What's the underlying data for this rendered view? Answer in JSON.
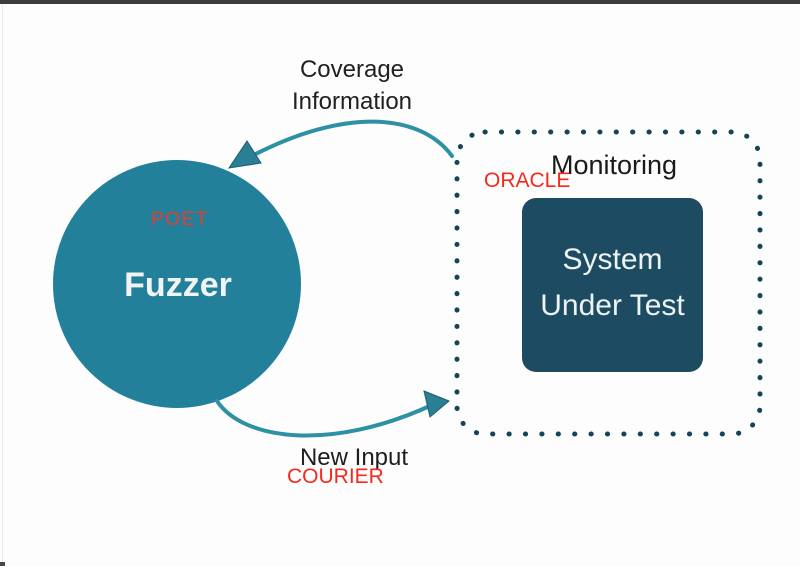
{
  "frame": {
    "top_bar_color": "#3d3d3d"
  },
  "diagram": {
    "coverage_label": {
      "line1": "Coverage",
      "line2": "Information"
    },
    "fuzzer": {
      "overlay": "POET",
      "label": "Fuzzer",
      "fill_color": "#23809b",
      "text_color": "#f0f4f4"
    },
    "monitoring_box": {
      "label": "Monitoring",
      "overlay": "ORACLE",
      "dotted_border_color": "#164457"
    },
    "sut_box": {
      "line1": "System",
      "line2": "Under Test",
      "fill_color": "#1d4c62",
      "text_color": "#eef3f3"
    },
    "bottom_arrow": {
      "label": "New Input",
      "overlay": "COURIER"
    },
    "colors": {
      "arrow": "#2d90a3",
      "red_overlay": "#f5291d",
      "black_text": "#1e1e1e"
    }
  }
}
